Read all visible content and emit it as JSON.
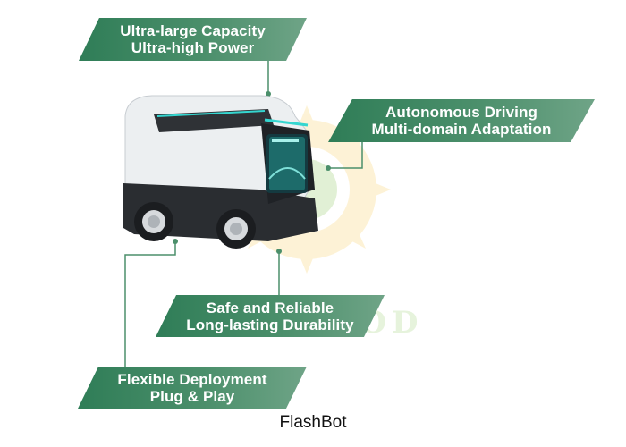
{
  "features": [
    {
      "line1": "Ultra-large Capacity",
      "line2": "Ultra-high Power"
    },
    {
      "line1": "Autonomous Driving",
      "line2": "Multi-domain Adaptation"
    },
    {
      "line1": "Safe and Reliable",
      "line2": "Long-lasting Durability"
    },
    {
      "line1": "Flexible Deployment",
      "line2": "Plug & Play"
    }
  ],
  "product_name": "FlashBot",
  "watermark": "SUN GOOD",
  "colors": {
    "banner_dark": "#2f7d57",
    "banner_light": "#6fa487",
    "leader_line": "#4b8f6b",
    "robot_body": "#eceff1",
    "robot_dark": "#2a2d31",
    "accent_cyan": "#35d6d0"
  }
}
